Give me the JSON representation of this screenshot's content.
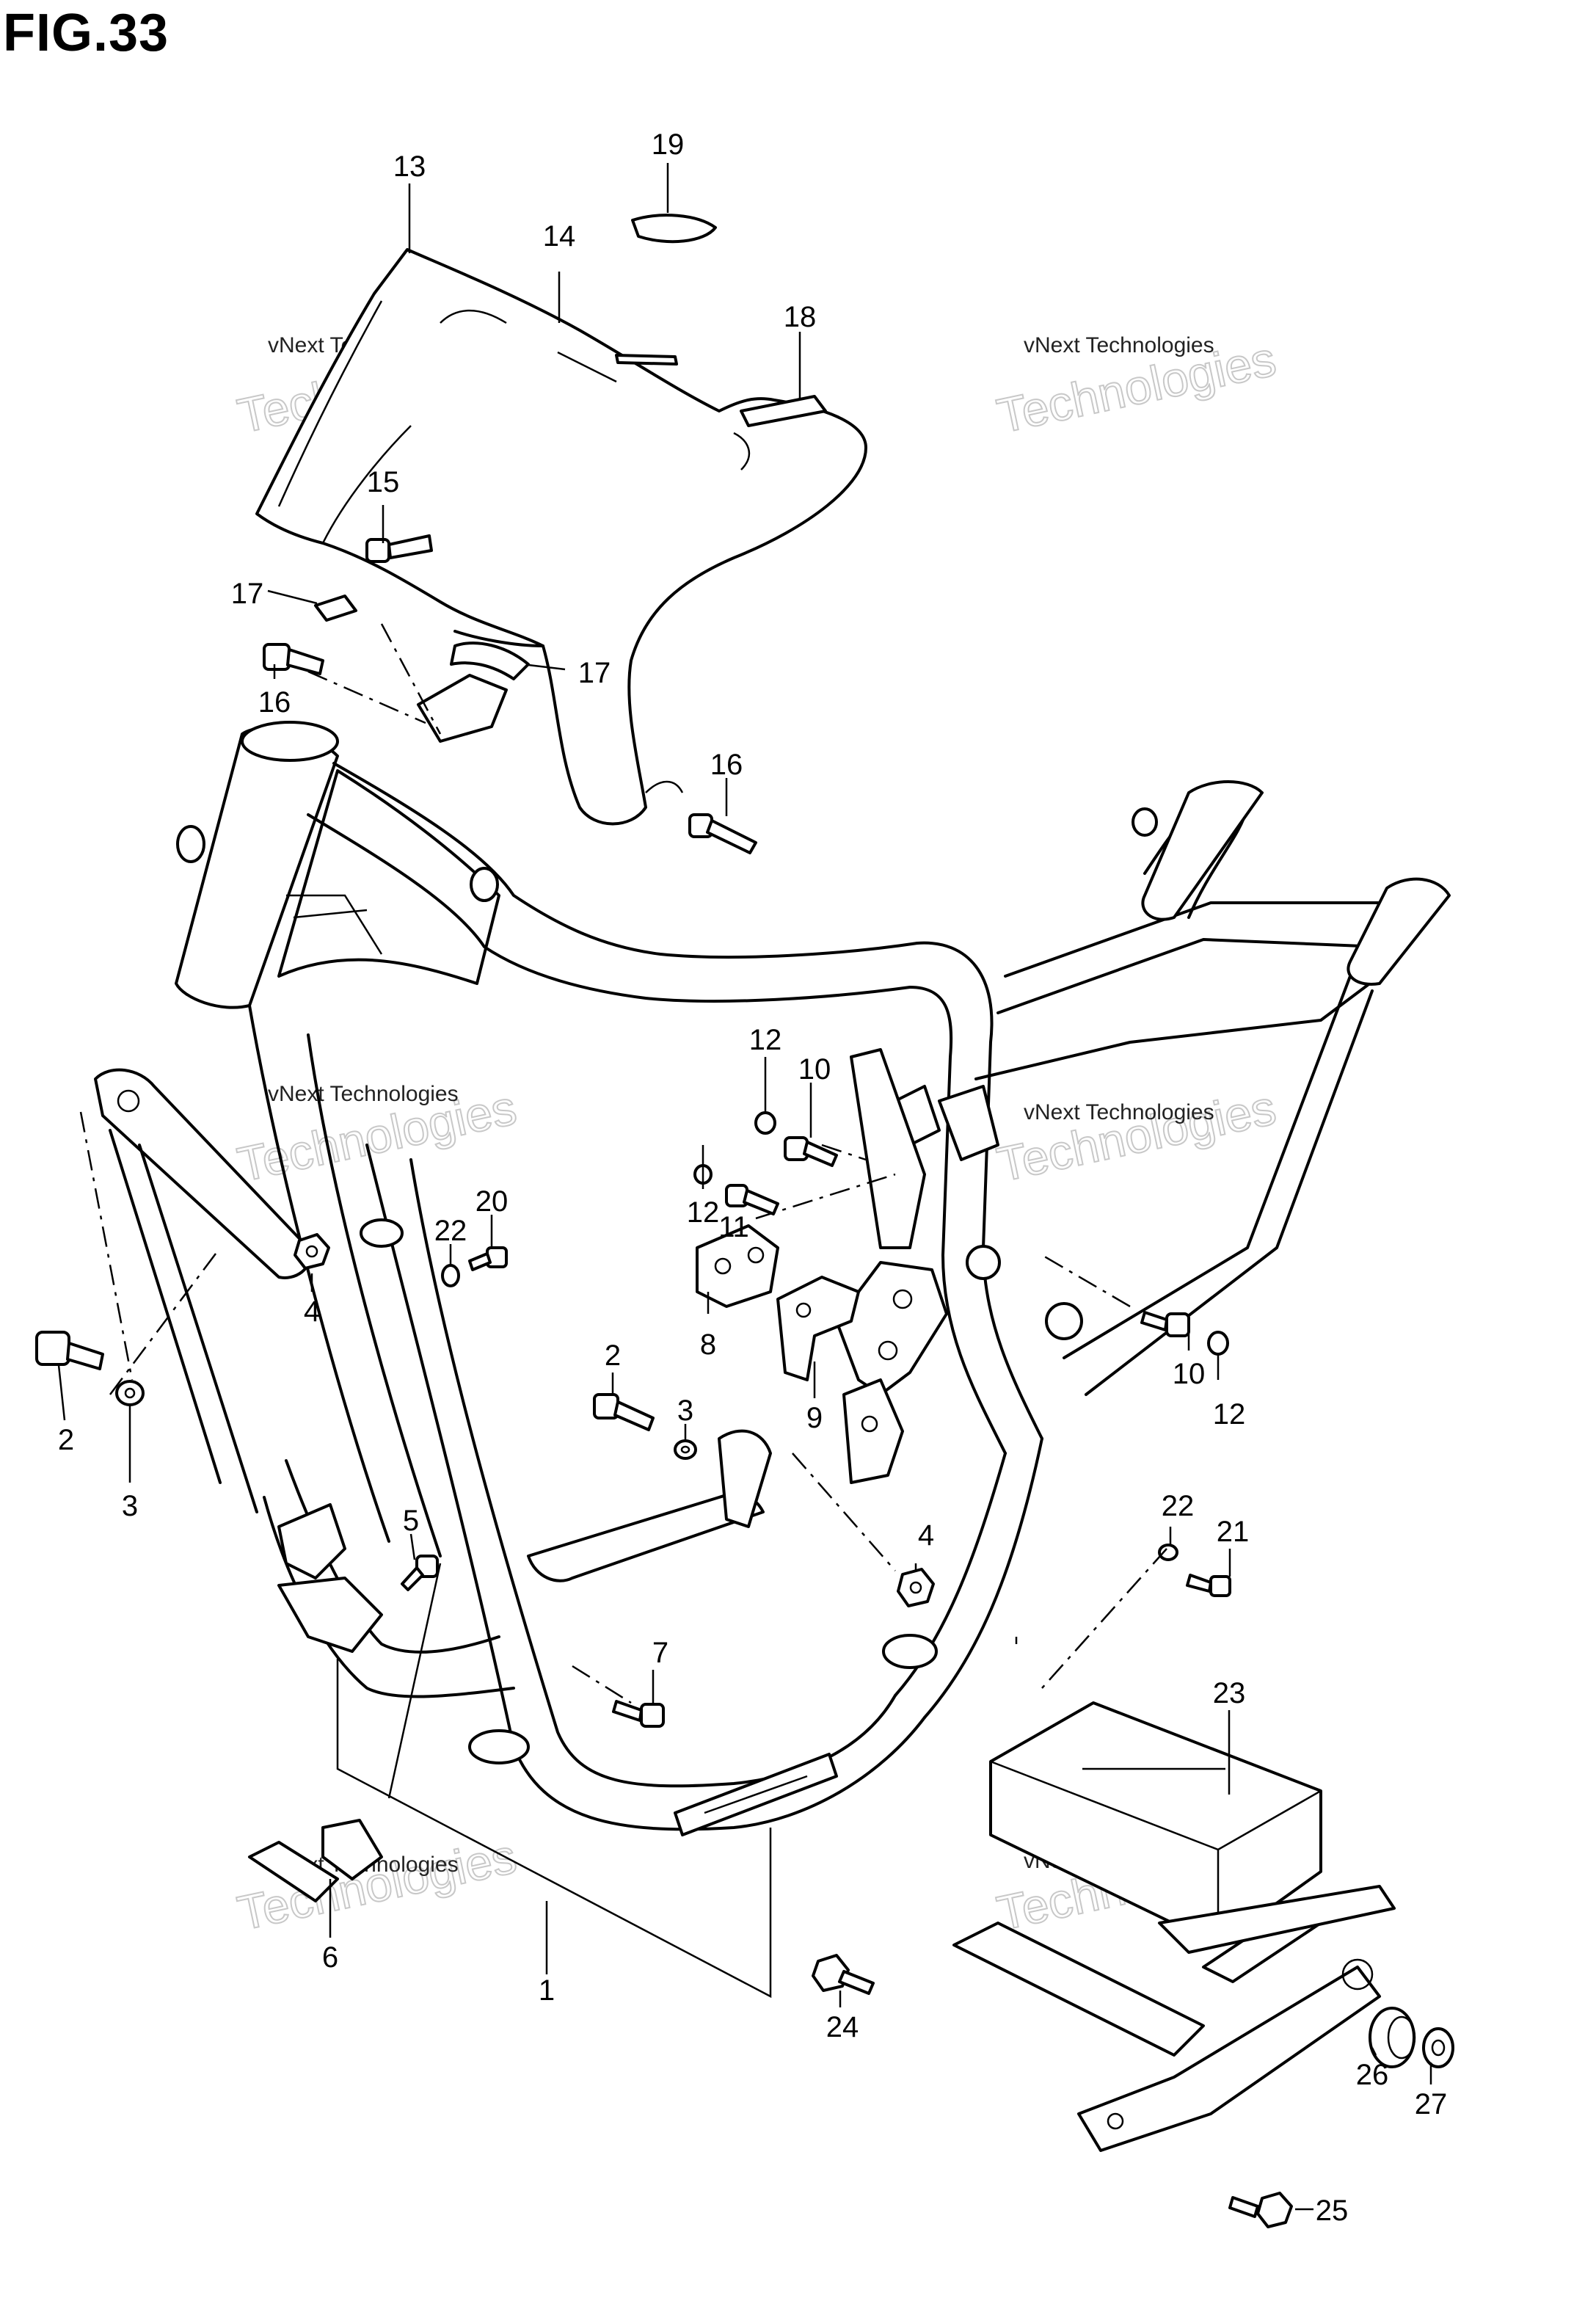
{
  "figure_title": "FIG.33",
  "watermark": {
    "line1": "vNext Technologies",
    "line2": "Technologies",
    "line3": "vNext"
  },
  "callouts": [
    {
      "id": "c13",
      "text": "13"
    },
    {
      "id": "c19",
      "text": "19"
    },
    {
      "id": "c14",
      "text": "14"
    },
    {
      "id": "c18",
      "text": "18"
    },
    {
      "id": "c15",
      "text": "15"
    },
    {
      "id": "c17a",
      "text": "17"
    },
    {
      "id": "c17b",
      "text": "17"
    },
    {
      "id": "c16a",
      "text": "16"
    },
    {
      "id": "c16b",
      "text": "16"
    },
    {
      "id": "c12a",
      "text": "12"
    },
    {
      "id": "c10a",
      "text": "10"
    },
    {
      "id": "c12b",
      "text": "12"
    },
    {
      "id": "c11",
      "text": "11"
    },
    {
      "id": "c20",
      "text": "20"
    },
    {
      "id": "c22a",
      "text": "22"
    },
    {
      "id": "c4a",
      "text": "4"
    },
    {
      "id": "c8",
      "text": "8"
    },
    {
      "id": "c9",
      "text": "9"
    },
    {
      "id": "c10b",
      "text": "10"
    },
    {
      "id": "c12c",
      "text": "12"
    },
    {
      "id": "c2a",
      "text": "2"
    },
    {
      "id": "c3a",
      "text": "3"
    },
    {
      "id": "c2b",
      "text": "2"
    },
    {
      "id": "c3b",
      "text": "3"
    },
    {
      "id": "c5",
      "text": "5"
    },
    {
      "id": "c4b",
      "text": "4"
    },
    {
      "id": "c22b",
      "text": "22"
    },
    {
      "id": "c21",
      "text": "21"
    },
    {
      "id": "c7",
      "text": "7"
    },
    {
      "id": "c23",
      "text": "23"
    },
    {
      "id": "c6",
      "text": "6"
    },
    {
      "id": "c1",
      "text": "1"
    },
    {
      "id": "c24",
      "text": "24"
    },
    {
      "id": "c26",
      "text": "26"
    },
    {
      "id": "c27",
      "text": "27"
    },
    {
      "id": "c25",
      "text": "25"
    }
  ]
}
